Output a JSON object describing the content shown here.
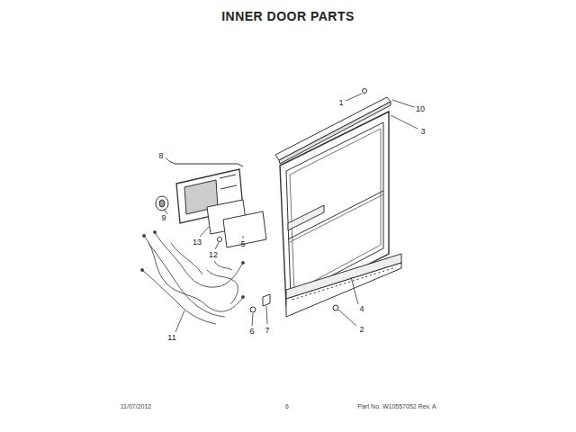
{
  "diagram": {
    "title": "INNER DOOR PARTS",
    "labels": [
      "1",
      "10",
      "3",
      "8",
      "9",
      "13",
      "5",
      "12",
      "4",
      "11",
      "6",
      "7",
      "2",
      "11/07/2012",
      "6",
      "Part No. W10557052  Rev. A"
    ]
  }
}
